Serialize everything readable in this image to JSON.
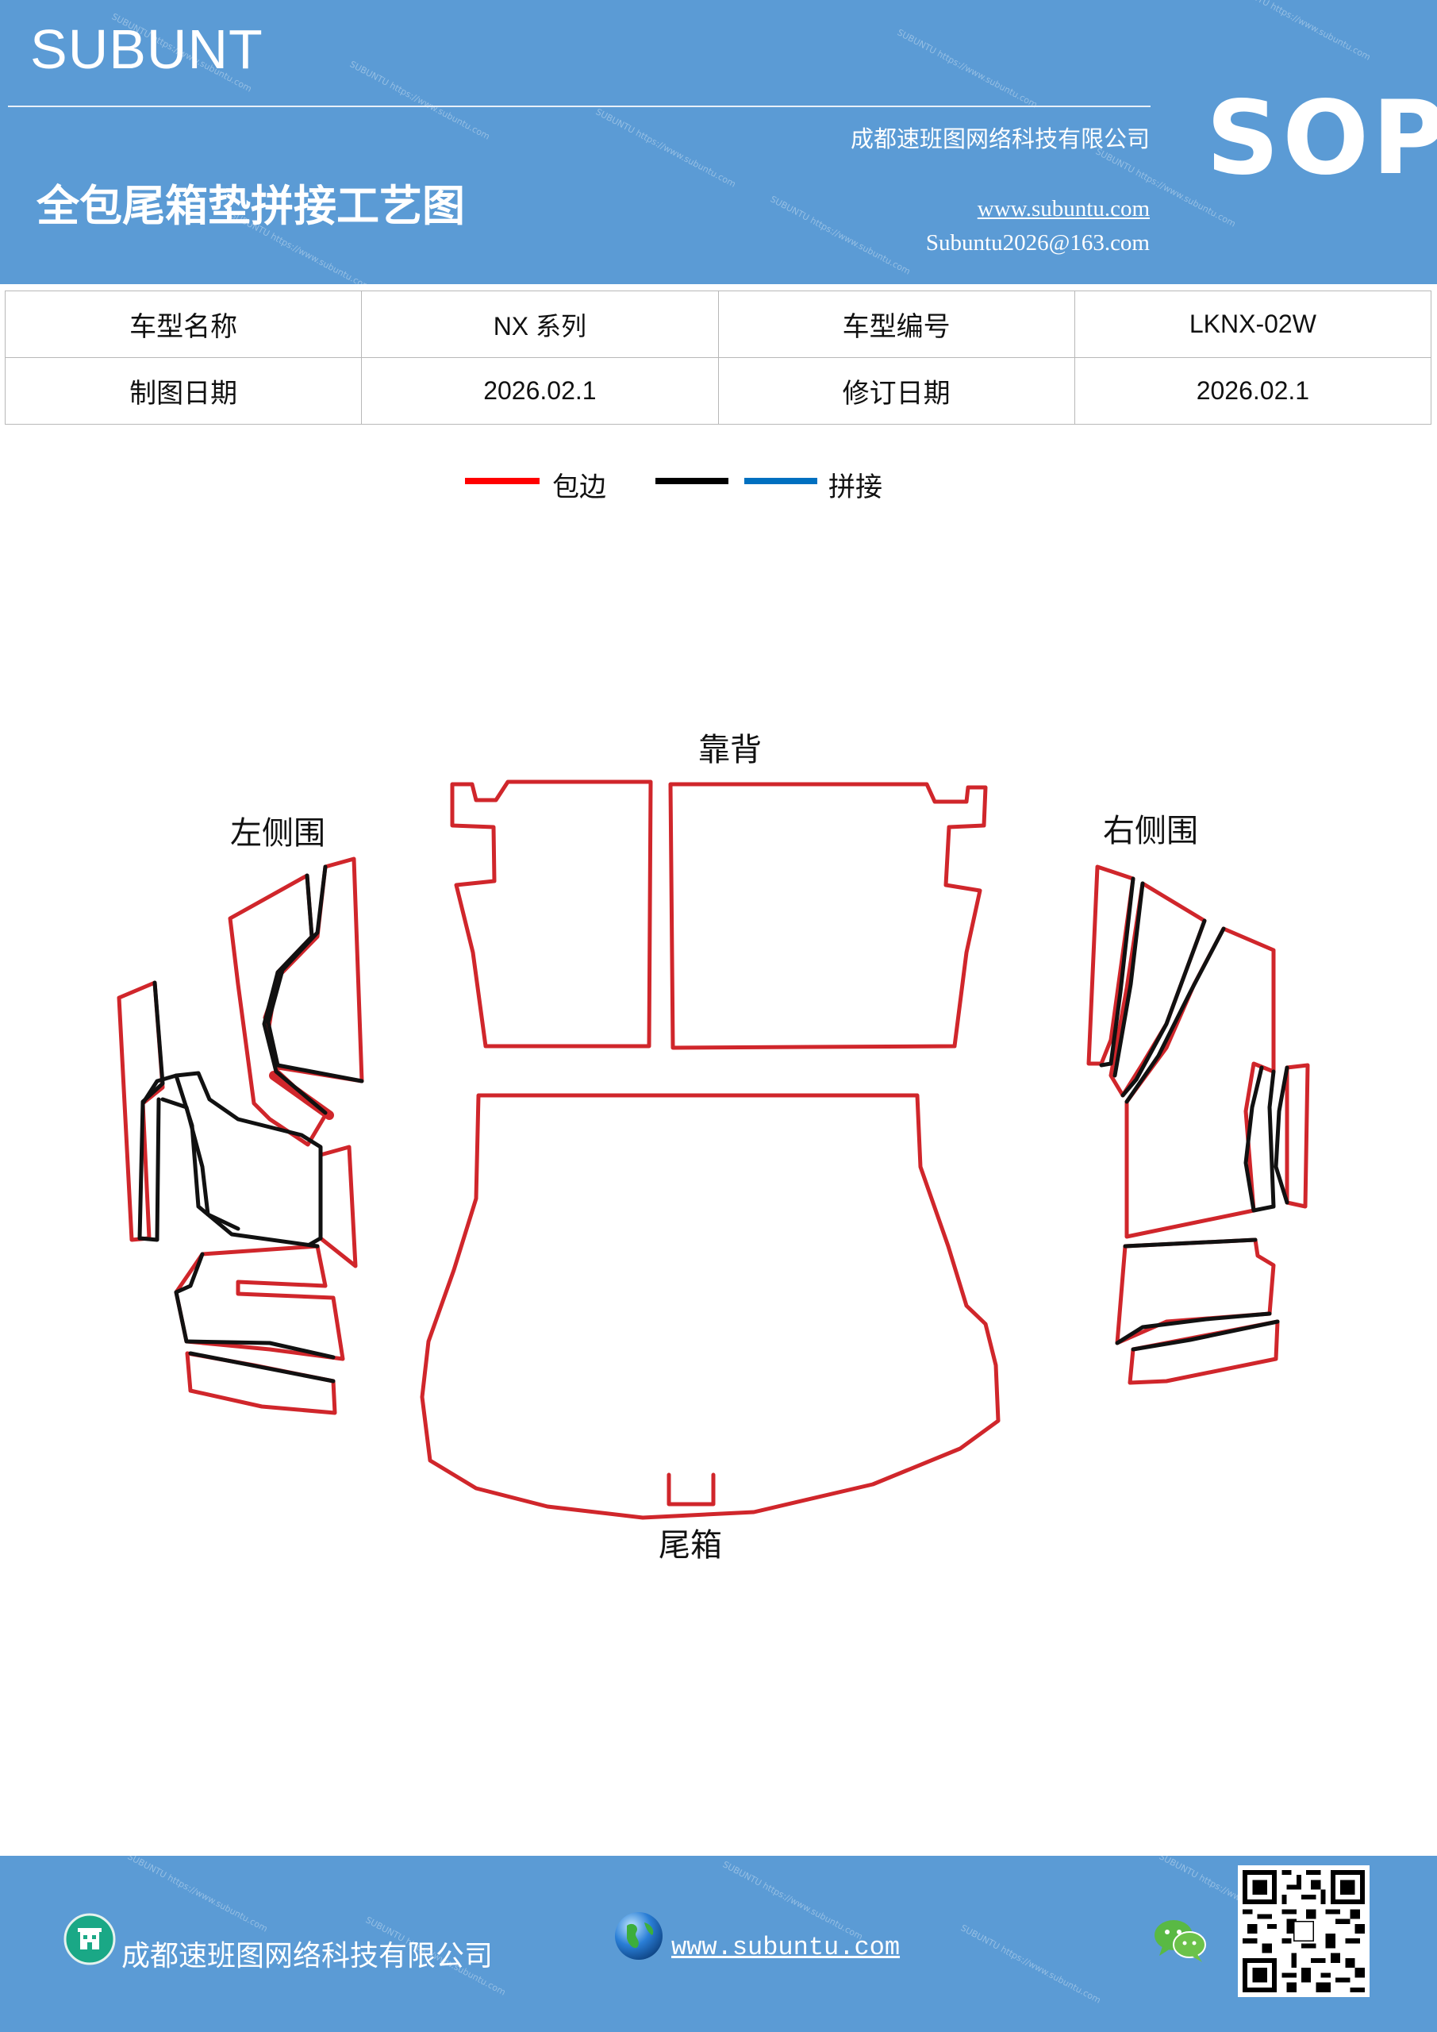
{
  "header": {
    "brand": "SUBUNT",
    "company": "成都速班图网络科技有限公司",
    "title": "全包尾箱垫拼接工艺图",
    "website": "www.subuntu.com",
    "email": "Subuntu2026@163.com",
    "badge": "SOP"
  },
  "info_table": {
    "rows": [
      [
        "车型名称",
        "NX 系列",
        "车型编号",
        "LKNX-02W"
      ],
      [
        "制图日期",
        "2026.02.1",
        "修订日期",
        "2026.02.1"
      ]
    ]
  },
  "legend": {
    "items": [
      {
        "label": "包边",
        "color": "#ff0000"
      },
      {
        "label": "",
        "color": "#000000"
      },
      {
        "label": "拼接",
        "color": "#0070c0"
      }
    ]
  },
  "diagram": {
    "labels": {
      "backrest": "靠背",
      "left_side": "左侧围",
      "right_side": "右侧围",
      "trunk": "尾箱"
    },
    "colors": {
      "edge": "#d0262b",
      "seam": "#111111"
    }
  },
  "footer": {
    "company": "成都速班图网络科技有限公司",
    "website": "www.subuntu.com",
    "icons": [
      "building-icon",
      "globe-icon",
      "wechat-icon",
      "qr-code"
    ]
  }
}
